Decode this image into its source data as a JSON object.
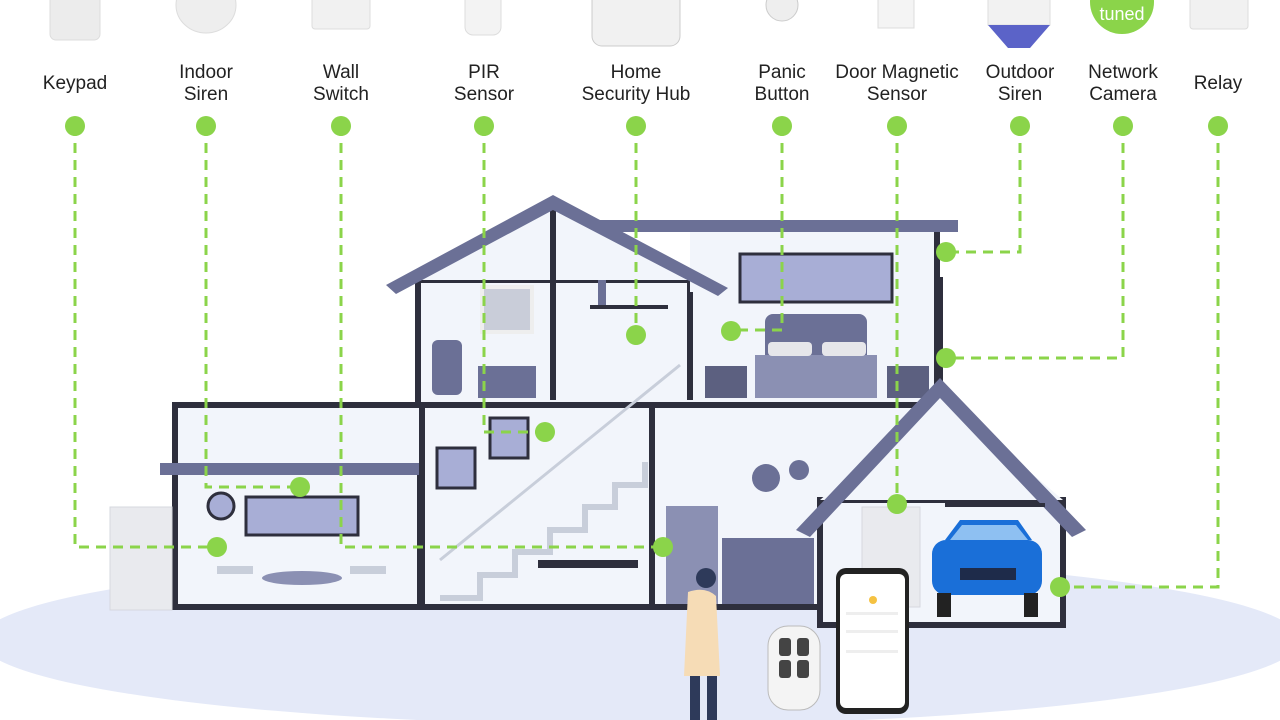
{
  "devices": [
    {
      "line1": "Keypad",
      "line2": ""
    },
    {
      "line1": "Indoor",
      "line2": "Siren"
    },
    {
      "line1": "Wall",
      "line2": "Switch"
    },
    {
      "line1": "PIR",
      "line2": "Sensor"
    },
    {
      "line1": "Home",
      "line2": "Security Hub"
    },
    {
      "line1": "Panic",
      "line2": "Button"
    },
    {
      "line1": "Door Magnetic",
      "line2": "Sensor"
    },
    {
      "line1": "Outdoor",
      "line2": "Siren"
    },
    {
      "line1": "Network",
      "line2": "Camera"
    },
    {
      "line1": "Relay",
      "line2": ""
    }
  ],
  "camera_badge": "tuned",
  "colors": {
    "accent": "#8bd44a",
    "roof": "#6b7096",
    "wall": "#2e2f3d",
    "interior": "#f2f5fb",
    "ground": "#e4e9f8",
    "car": "#1a6fd8"
  }
}
